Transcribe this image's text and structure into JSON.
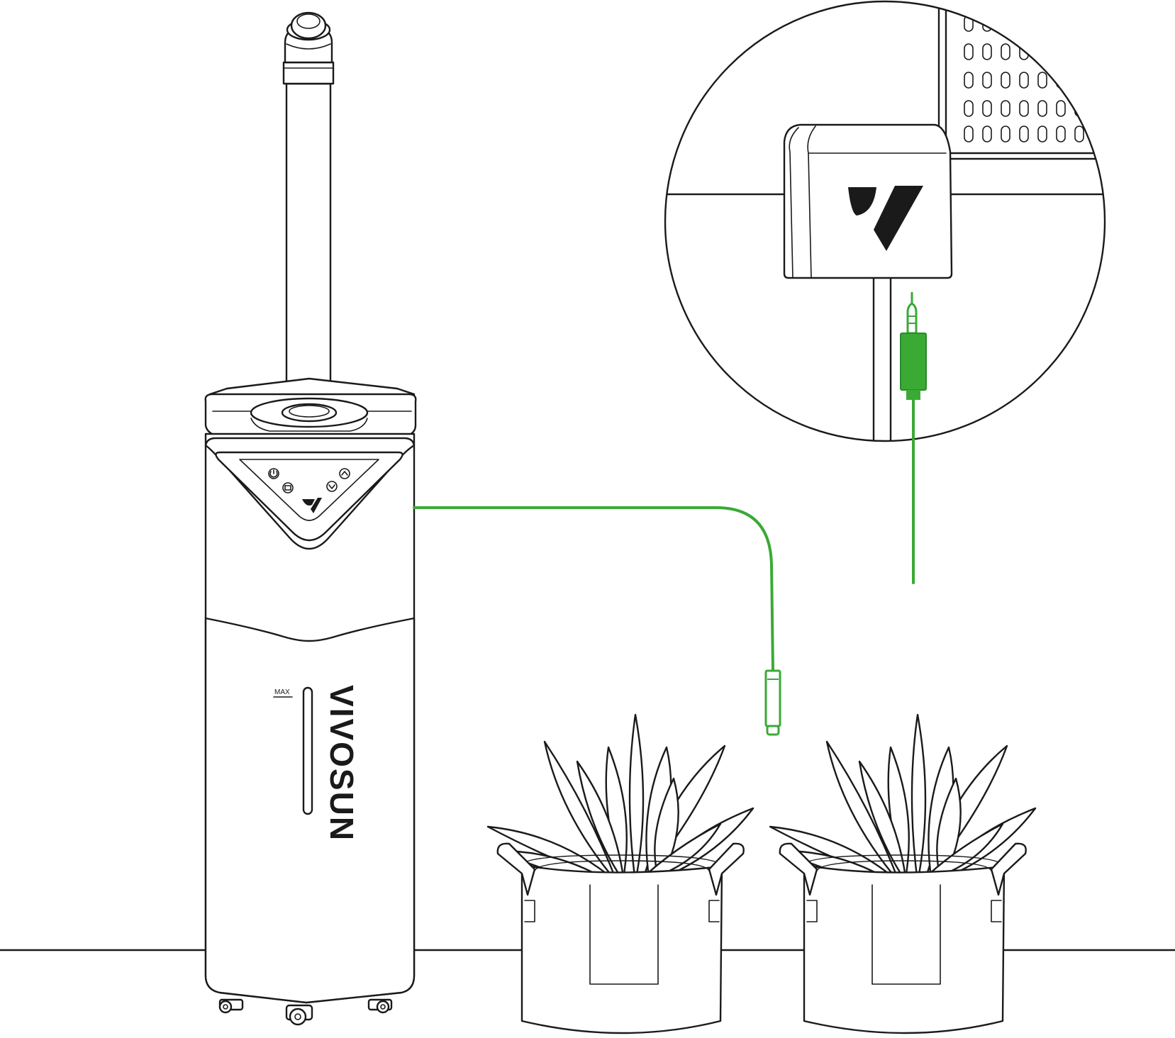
{
  "brand": {
    "name": "VIVOSUN",
    "max_label": "MAX"
  },
  "colors": {
    "line": "#1a1a1a",
    "accent_green": "#3aaa35",
    "background": "#ffffff"
  },
  "icons": {
    "logo": "vivosun-v-logo",
    "control_buttons": [
      "power-icon",
      "mode-icon",
      "down-arrow-icon",
      "up-arrow-icon"
    ]
  }
}
